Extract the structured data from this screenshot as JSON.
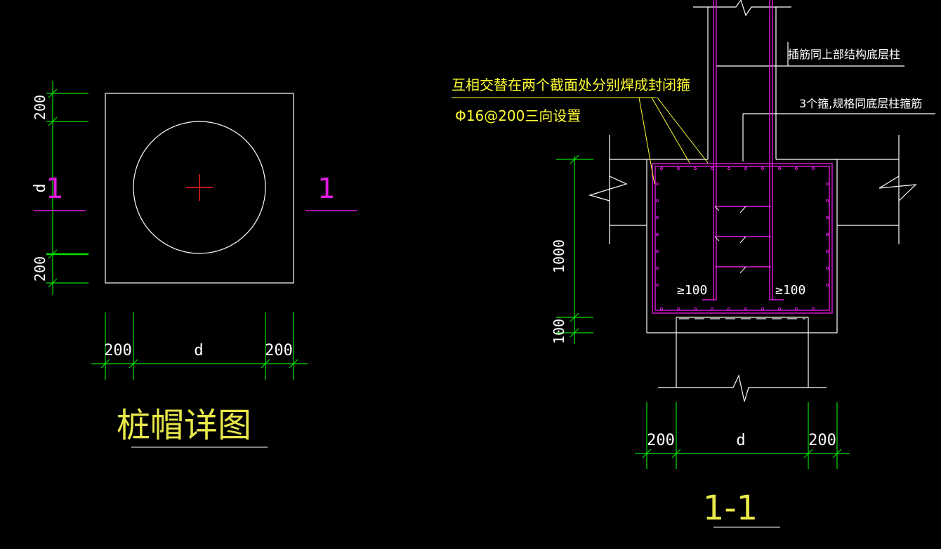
{
  "colors": {
    "background": "#000000",
    "outline": "#ffffff",
    "dimension": "#00e000",
    "rebar": "#e01adf",
    "note": "#ffff33",
    "center_mark": "#ff2020"
  },
  "plan": {
    "title": "桩帽详图",
    "section_mark_left": "1",
    "section_mark_right": "1",
    "dims_vertical": [
      "200",
      "d",
      "200"
    ],
    "dims_horizontal": [
      "200",
      "d",
      "200"
    ]
  },
  "section": {
    "title": "1-1",
    "note_stirrup_line1": "互相交替在两个截面处分别焊成封闭箍",
    "note_stirrup_line2": "Φ16@200三向设置",
    "note_column_bars": "插筋同上部结构底层柱",
    "note_column_stirrups": "3个箍,规格同底层柱箍筋",
    "cover_left": "≥100",
    "cover_right": "≥100",
    "dims_vertical": [
      "1000",
      "100"
    ],
    "dims_horizontal": [
      "200",
      "d",
      "200"
    ]
  }
}
